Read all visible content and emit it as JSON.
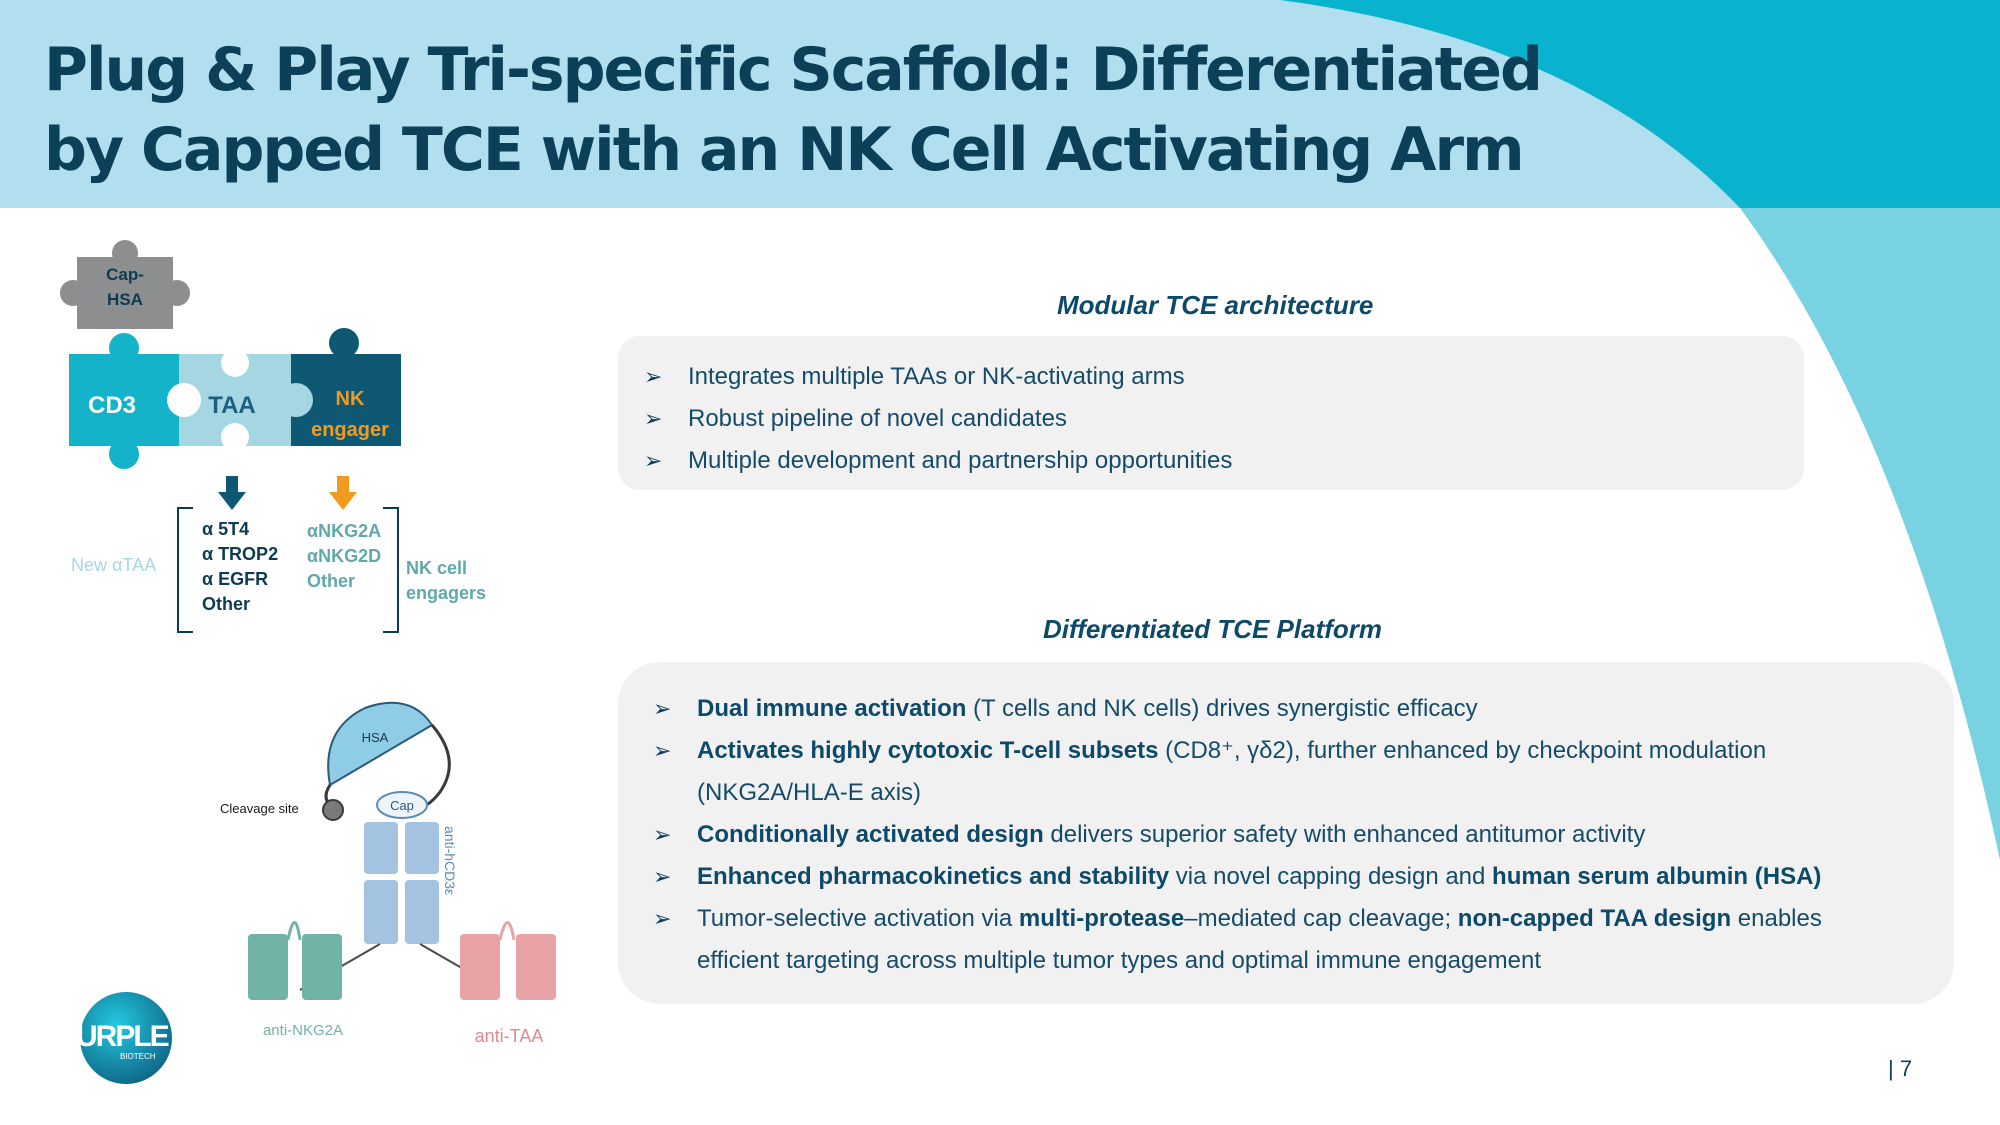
{
  "title": {
    "line1": "Plug & Play Tri-specific Scaffold: Differentiated",
    "line2": "by Capped TCE with an NK Cell Activating Arm"
  },
  "puzzle": {
    "cap_line1": "Cap-",
    "cap_line2": "HSA",
    "cd3": "CD3",
    "taa": "TAA",
    "nk_line1": "NK",
    "nk_line2": "engager",
    "new_taa": "New αTAA",
    "taa_targets": [
      "α 5T4",
      "α TROP2",
      "α EGFR",
      "Other"
    ],
    "nk_targets": [
      "αNKG2A",
      "αNKG2D",
      "Other"
    ],
    "nk_label_line1": "NK cell",
    "nk_label_line2": "engagers"
  },
  "structure": {
    "hsa": "HSA",
    "cap": "Cap",
    "cleavage_site": "Cleavage site",
    "anti_hcd3": "anti-hCD3ε",
    "anti_nkg2a": "anti-NKG2A",
    "anti_taa": "anti-TAA"
  },
  "logo": {
    "text": "PURPLE",
    "sub": "BIOTECH"
  },
  "modular": {
    "heading": "Modular TCE architecture",
    "bullets": [
      "Integrates multiple TAAs or NK-activating arms",
      "Robust pipeline of novel candidates",
      "Multiple development and partnership opportunities"
    ]
  },
  "platform": {
    "heading": "Differentiated TCE Platform",
    "b1_bold": "Dual immune activation",
    "b1_rest": " (T cells and NK cells) drives synergistic efficacy",
    "b2_bold": "Activates highly cytotoxic T-cell subsets",
    "b2_rest": " (CD8⁺, γδ2), further enhanced by checkpoint modulation",
    "b2_line2": "(NKG2A/HLA-E axis)",
    "b3_bold": "Conditionally activated design",
    "b3_rest": " delivers superior safety with enhanced antitumor activity",
    "b4_bold": "Enhanced pharmacokinetics and stability",
    "b4_mid": " via novel capping design and ",
    "b4_bold2": "human serum albumin (HSA)",
    "b5_pre": "Tumor-selective activation via ",
    "b5_bold": "multi-protease",
    "b5_mid": "–mediated cap cleavage; ",
    "b5_bold2": "non-capped TAA design",
    "b5_post": " enables",
    "b5_line2": "efficient targeting across multiple tumor types and optimal immune engagement"
  },
  "page_number": "| 7",
  "colors": {
    "title": "#0c3f58",
    "header_band": "#b1dff0",
    "arc": "#0ab3cd",
    "cd3": "#14b3c9",
    "taa": "#a5d7e2",
    "nk": "#0e5874",
    "cap": "#8c8e8f",
    "nk_text": "#f29a1f"
  }
}
